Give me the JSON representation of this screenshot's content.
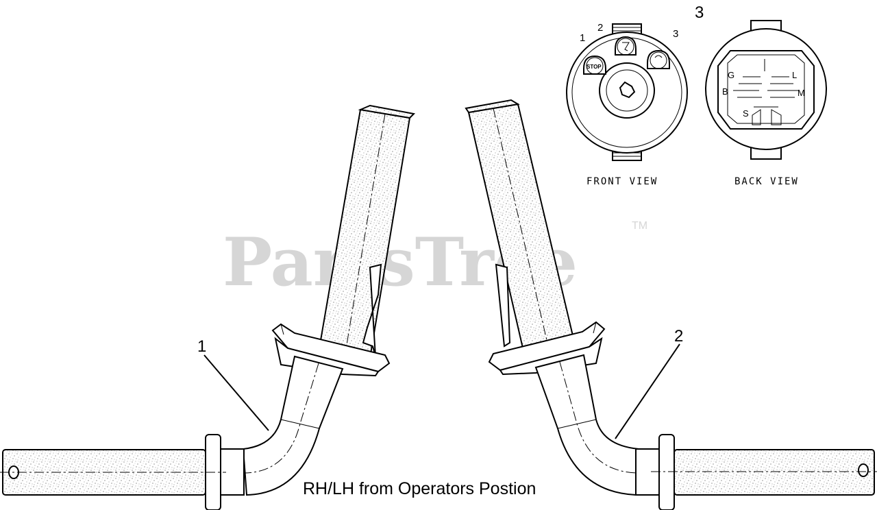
{
  "watermark": {
    "text": "PartsTree",
    "trademark": "TM"
  },
  "callouts": {
    "one": "1",
    "two": "2",
    "three": "3"
  },
  "front_view": {
    "label": "FRONT VIEW",
    "positions": [
      "1",
      "2",
      "3"
    ],
    "stop_label": "STOP"
  },
  "back_view": {
    "label": "BACK VIEW",
    "terminals": [
      "G",
      "L",
      "B",
      "M",
      "S"
    ]
  },
  "caption": "RH/LH from Operators Postion"
}
